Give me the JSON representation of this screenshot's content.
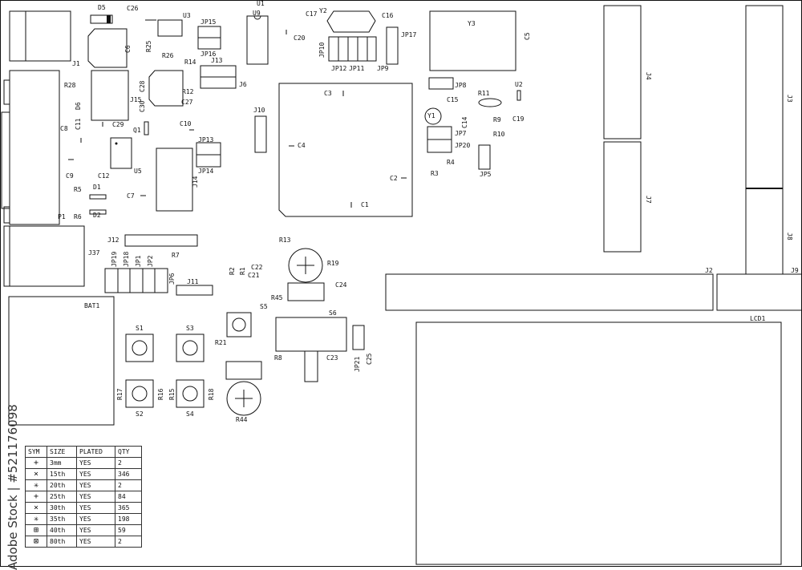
{
  "labels": {
    "D5": "D5",
    "C26": "C26",
    "U3": "U3",
    "U1": "U1",
    "U9": "U9",
    "C17": "C17",
    "Y2": "Y2",
    "C16": "C16",
    "Y3": "Y3",
    "C5": "C5",
    "J1": "J1",
    "C6": "C6",
    "R25": "R25",
    "JP15": "JP15",
    "JP16": "JP16",
    "C20": "C20",
    "JP10": "JP10",
    "JP12": "JP12",
    "JP11": "JP11",
    "JP9": "JP9",
    "JP17": "JP17",
    "R26": "R26",
    "R14": "R14",
    "J13": "J13",
    "J6": "J6",
    "R12": "R12",
    "C27": "C27",
    "R28": "R28",
    "D6": "D6",
    "C28": "C28",
    "J15": "J15",
    "C30": "C30",
    "C11": "C11",
    "C29": "C29",
    "Q1": "Q1",
    "C10": "C10",
    "C8": "C8",
    "J10": "J10",
    "C3": "C3",
    "C4": "C4",
    "C2": "C2",
    "C1": "C1",
    "JP8": "JP8",
    "R11": "R11",
    "U2": "U2",
    "C15": "C15",
    "Y1": "Y1",
    "C14": "C14",
    "C19": "C19",
    "R9": "R9",
    "JP7": "JP7",
    "R10": "R10",
    "JP20": "JP20",
    "R4": "R4",
    "R3": "R3",
    "JP5": "JP5",
    "J4": "J4",
    "J3": "J3",
    "J7": "J7",
    "J8": "J8",
    "JP13": "JP13",
    "JP14": "JP14",
    "J14": "J14",
    "U5": "U5",
    "C12": "C12",
    "C9": "C9",
    "R5": "R5",
    "D1": "D1",
    "D2": "D2",
    "C7": "C7",
    "P1": "P1",
    "R6": "R6",
    "J12": "J12",
    "J37": "J37",
    "JP19": "JP19",
    "JP18": "JP18",
    "JP1": "JP1",
    "JP2": "JP2",
    "R7": "R7",
    "JP6": "JP6",
    "J11": "J11",
    "R2": "R2",
    "R1": "R1",
    "C22": "C22",
    "C21": "C21",
    "R13": "R13",
    "R19": "R19",
    "C24": "C24",
    "R45": "R45",
    "J2": "J2",
    "J9": "J9",
    "BAT1": "BAT1",
    "S5": "S5",
    "S6": "S6",
    "LCD1": "LCD1",
    "S1": "S1",
    "S3": "S3",
    "R21": "R21",
    "R8": "R8",
    "C23": "C23",
    "JP21": "JP21",
    "C25": "C25",
    "R17": "R17",
    "R16": "R16",
    "R15": "R15",
    "R18": "R18",
    "S2": "S2",
    "S4": "S4",
    "R44": "R44"
  },
  "drill_table": {
    "headers": [
      "SYM",
      "SIZE",
      "PLATED",
      "QTY"
    ],
    "rows": [
      {
        "sym": "+",
        "size": "3mm",
        "plated": "YES",
        "qty": "2"
      },
      {
        "sym": "×",
        "size": "15th",
        "plated": "YES",
        "qty": "346"
      },
      {
        "sym": "✳",
        "size": "20th",
        "plated": "YES",
        "qty": "2"
      },
      {
        "sym": "+",
        "size": "25th",
        "plated": "YES",
        "qty": "84"
      },
      {
        "sym": "×",
        "size": "30th",
        "plated": "YES",
        "qty": "365"
      },
      {
        "sym": "✳",
        "size": "35th",
        "plated": "YES",
        "qty": "198"
      },
      {
        "sym": "⊞",
        "size": "40th",
        "plated": "YES",
        "qty": "59"
      },
      {
        "sym": "⊠",
        "size": "80th",
        "plated": "YES",
        "qty": "2"
      }
    ]
  },
  "stock_id": "Adobe Stock | #521176098"
}
